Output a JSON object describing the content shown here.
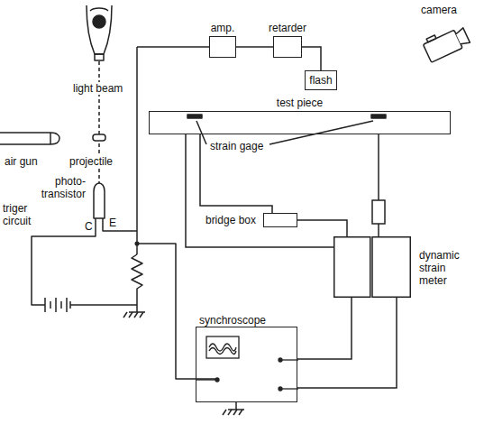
{
  "diagram": {
    "nodes": [
      {
        "text": [
          "amp."
        ]
      },
      {
        "text": [
          "retarder"
        ]
      },
      {
        "text": [
          "flash"
        ]
      },
      {
        "text": [
          "test piece"
        ]
      },
      {
        "text": [
          "bridge box"
        ]
      },
      {
        "text": [
          "dynamic strain meter"
        ]
      },
      {
        "text": [
          "synchroscope"
        ]
      }
    ],
    "edges": [
      {
        "from": 0,
        "to": 1,
        "arrow": "none"
      },
      {
        "from": 1,
        "to": 2,
        "arrow": "none"
      },
      {
        "from": 3,
        "to": 4,
        "arrow": "none"
      },
      {
        "from": 3,
        "to": 5,
        "arrow": "none"
      },
      {
        "from": 4,
        "to": 5,
        "arrow": "none"
      },
      {
        "from": 3,
        "to": 5,
        "arrow": "none"
      },
      {
        "from": 5,
        "to": 6,
        "arrow": "none"
      },
      {
        "from": 5,
        "to": 6,
        "arrow": "none"
      }
    ],
    "labels": [
      "light beam",
      "air gun",
      "projectile",
      "photo- transistor",
      "triger circuit",
      "C",
      "E",
      "camera",
      "strain gage"
    ]
  }
}
